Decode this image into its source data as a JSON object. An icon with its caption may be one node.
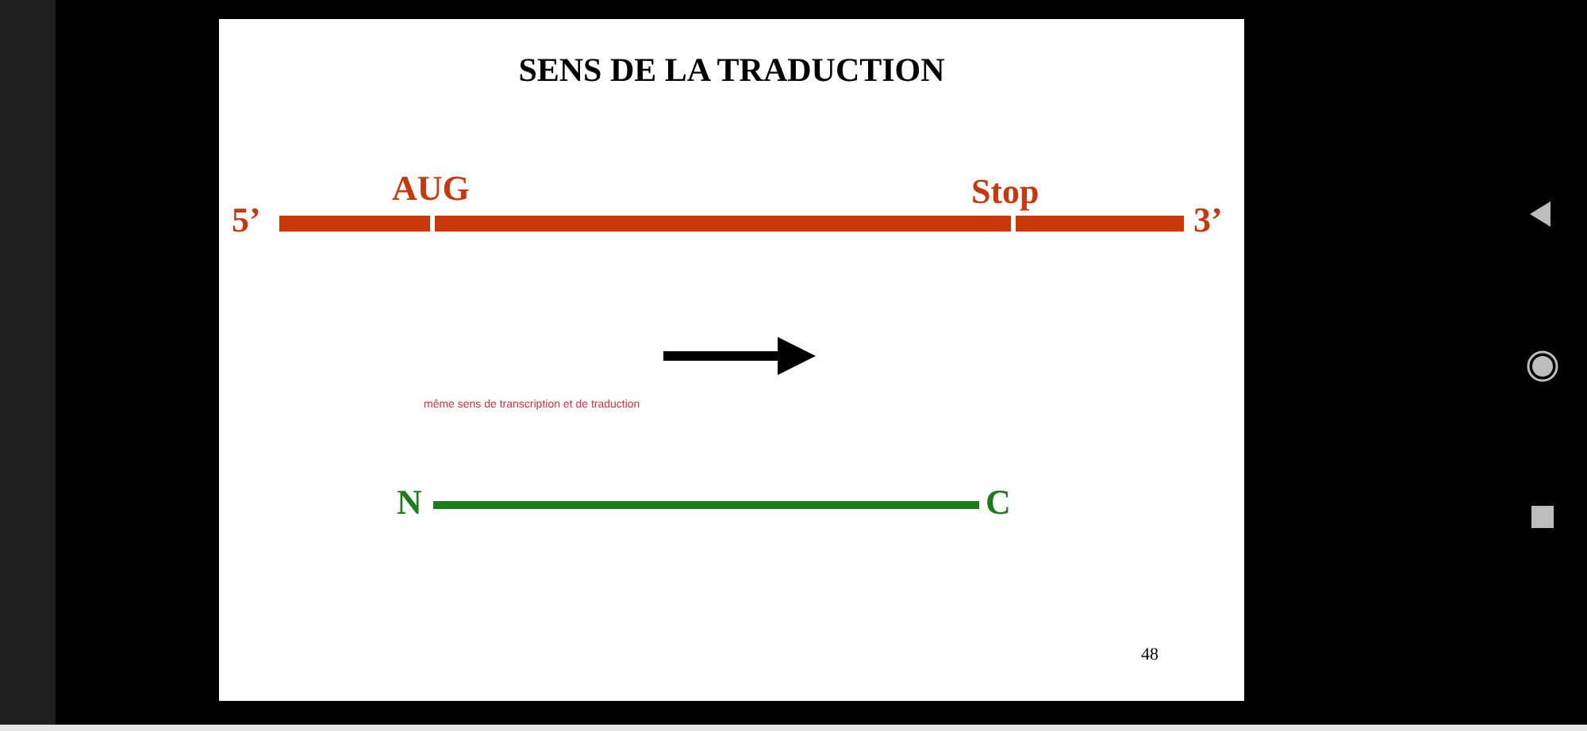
{
  "diagram": {
    "title": "SENS DE LA TRADUCTION",
    "labels": [
      "5’",
      "AUG",
      "Stop",
      "3’",
      "même sens de transcription et de traduction",
      "N",
      "C",
      "48"
    ]
  }
}
